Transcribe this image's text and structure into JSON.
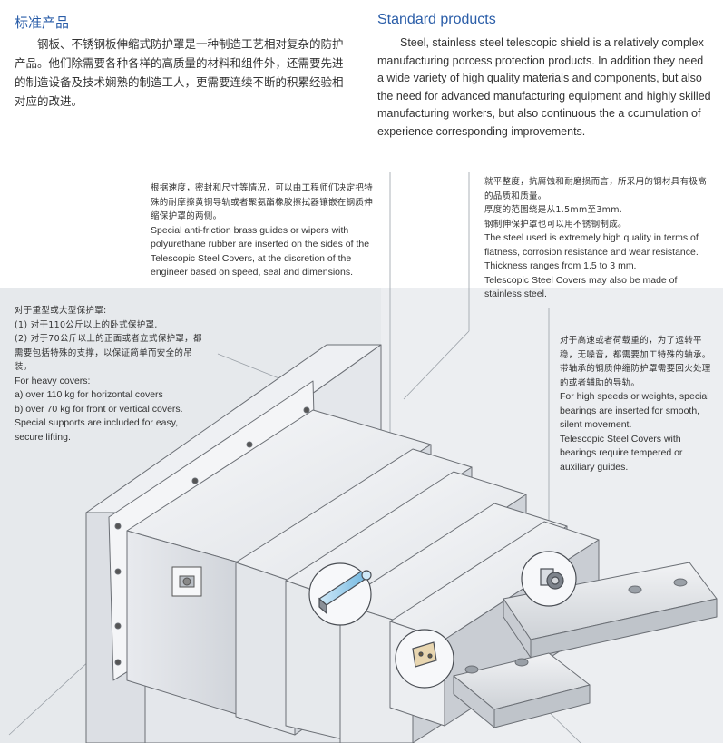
{
  "header_cn": {
    "title": "标准产品",
    "body": "钢板、不锈钢板伸缩式防护罩是一种制造工艺相对复杂的防护产品。他们除需要各种各样的高质量的材料和组件外，还需要先进的制造设备及技术娴熟的制造工人，更需要连续不断的积累经验相对应的改进。"
  },
  "header_en": {
    "title": "Standard products",
    "body": "Steel, stainless steel telescopic shield is a relatively complex manufacturing porcess protection products. In addition they need a wide variety of high quality materials and components, but also the need for advanced manufacturing equipment and highly skilled manufacturing workers, but also continuous the a ccumulation of experience corresponding improvements."
  },
  "note_guides": {
    "cn": "根据速度，密封和尺寸等情况，可以由工程师们决定把特殊的耐摩擦黄铜导轨或者聚氨酯橡胶擦拭器镶嵌在钢质伸缩保护罩的两侧。",
    "en": "Special anti-friction brass guides or wipers with polyurethane rubber are inserted on the sides of the Telescopic Steel Covers, at the discretion of the engineer based on speed, seal and dimensions."
  },
  "note_steel": {
    "cn1": "就平整度，抗腐蚀和耐磨损而言，所采用的钢材具有极高的品质和质量。",
    "cn2": "厚度的范围绕是从1.5mm至3mm.",
    "cn3": "钢制伸保护罩也可以用不锈钢制成。",
    "en1": "The steel used is extremely high quality in terms of flatness, corrosion resistance and wear resistance.",
    "en2": "Thickness ranges from 1.5 to 3 mm.",
    "en3": "Telescopic Steel Covers may also be made of stainless steel."
  },
  "note_heavy": {
    "cn1": "对于重型或大型保护罩:",
    "cn2": "(1) 对于110公斤以上的卧式保护罩,",
    "cn3": "(2) 对于70公斤以上的正面或者立式保护罩，都需要包括特殊的支撑，以保证简单而安全的吊装。",
    "en1": "For heavy covers:",
    "en2": "a) over 110 kg for horizontal covers",
    "en3": "b) over 70 kg for front or vertical covers.",
    "en4": "Special supports are included for easy, secure lifting."
  },
  "note_bearings": {
    "cn1": "对于高速或者荷载重的，为了运转平稳，无噪音，都需要加工特殊的轴承。",
    "cn2": "带轴承的钢质伸缩防护罩需要回火处理的或者辅助的导轨。",
    "en1": "For high speeds or weights, special bearings are inserted for smooth, silent movement.",
    "en2": "Telescopic Steel Covers with bearings require tempered or auxiliary guides."
  },
  "colors": {
    "accent_blue": "#2a5da8",
    "panel_bg": "#eceef1",
    "steel_light": "#f3f4f6",
    "steel_mid": "#dfe2e6",
    "steel_dark": "#c9cdd3",
    "line": "#6b6f75",
    "wiper_blue": "#9fd3ef"
  }
}
